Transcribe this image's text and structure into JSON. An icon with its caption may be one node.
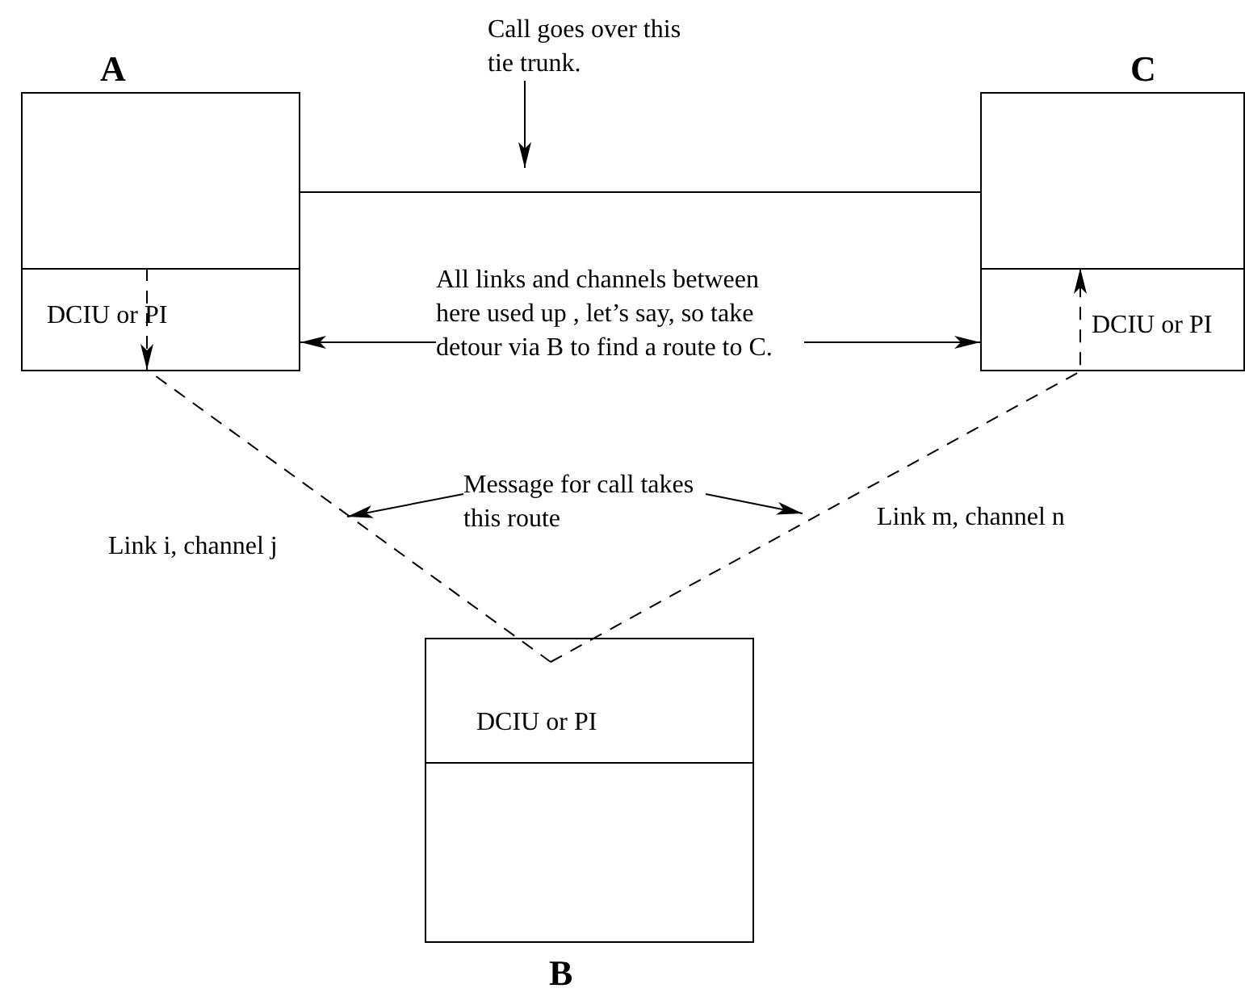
{
  "diagram": {
    "nodes": [
      {
        "text": [
          "A"
        ]
      },
      {
        "text": [
          "DCIU or PI"
        ],
        "in": 0
      },
      {
        "text": [
          "C"
        ]
      },
      {
        "text": [
          "DCIU or PI"
        ],
        "in": 2
      },
      {
        "text": [
          "B"
        ]
      },
      {
        "text": [
          "DCIU or PI"
        ],
        "in": 4
      },
      {
        "text": [
          "Call goes over this tie trunk."
        ]
      },
      {
        "text": [
          "All links and channels between here used up , let’s say, so take detour via B to find a route to C."
        ]
      },
      {
        "text": [
          "Message for call takes this route"
        ]
      }
    ],
    "edges": [
      {
        "from": 0,
        "to": 2,
        "arrow": "none"
      },
      {
        "from": 6,
        "to": null,
        "arrow": "to"
      },
      {
        "from": 7,
        "to": 0,
        "arrow": "to"
      },
      {
        "from": 7,
        "to": 2,
        "arrow": "to"
      },
      {
        "from": 8,
        "to": null,
        "arrow": "to"
      },
      {
        "from": 8,
        "to": null,
        "arrow": "to"
      },
      {
        "from": 1,
        "to": 5,
        "arrow": "to",
        "style": "dashed",
        "label": "Link i, channel j"
      },
      {
        "from": 5,
        "to": 3,
        "arrow": "to",
        "style": "dashed",
        "label": "Link m, channel n"
      }
    ]
  }
}
